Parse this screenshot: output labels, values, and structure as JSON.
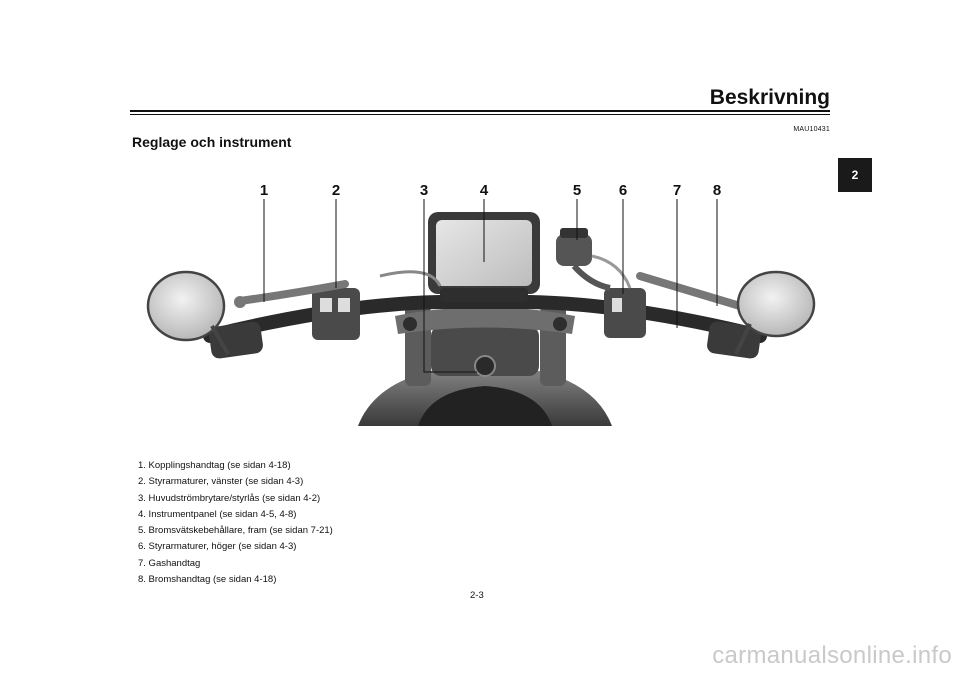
{
  "header": {
    "section_title": "Beskrivning",
    "doc_code": "MAU10431"
  },
  "page": {
    "heading": "Reglage och instrument",
    "chapter_tab": "2",
    "page_number": "2-3"
  },
  "figure": {
    "callouts": [
      "1",
      "2",
      "3",
      "4",
      "5",
      "6",
      "7",
      "8"
    ]
  },
  "legend": [
    "1.  Kopplingshandtag (se sidan 4-18)",
    "2.  Styrarmaturer, vänster (se sidan 4-3)",
    "3.  Huvudströmbrytare/styrlås (se sidan 4-2)",
    "4.  Instrumentpanel (se sidan 4-5, 4-8)",
    "5.  Bromsvätskebehållare, fram (se sidan 7-21)",
    "6.  Styrarmaturer, höger (se sidan 4-3)",
    "7.  Gashandtag",
    "8.  Bromshandtag (se sidan 4-18)"
  ],
  "watermark": "carmanualsonline.info"
}
